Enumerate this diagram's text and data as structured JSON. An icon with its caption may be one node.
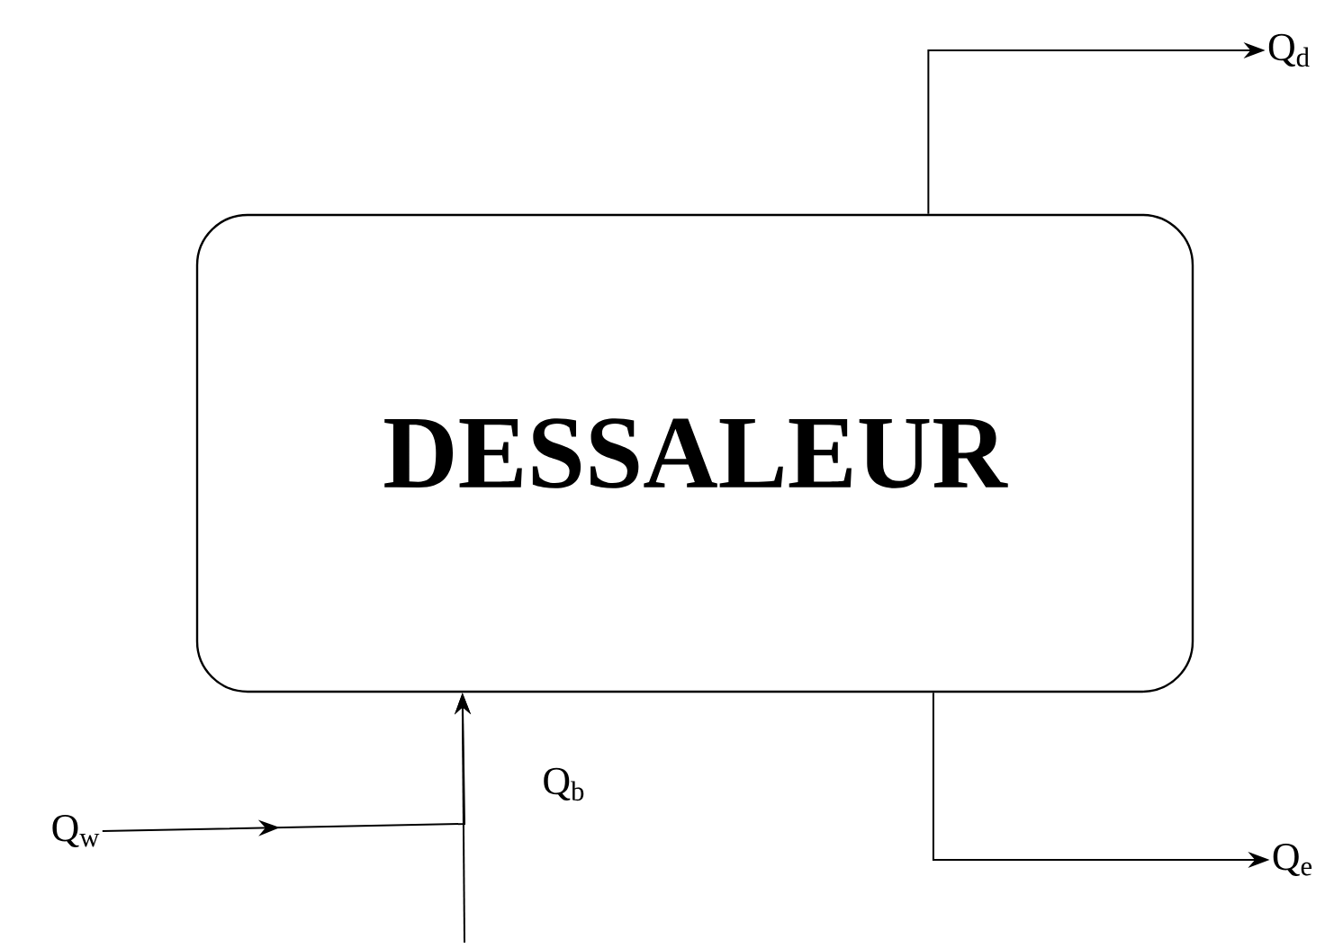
{
  "diagram": {
    "nodes": [
      {
        "text": [
          "DESSALEUR"
        ]
      },
      {
        "text": [
          "Q$_{d}$"
        ]
      },
      {
        "text": [
          "Q$_{e}$"
        ]
      },
      {
        "text": [
          "Q$_{w}$"
        ]
      }
    ],
    "edges": [
      {
        "from": 0,
        "to": 1,
        "arrow": "to"
      },
      {
        "from": 0,
        "to": 2,
        "arrow": "to"
      },
      {
        "from": null,
        "to": 0,
        "arrow": "to",
        "label": "Q$_{b}$"
      },
      {
        "from": 3,
        "to": 0,
        "arrow": "to"
      }
    ]
  }
}
